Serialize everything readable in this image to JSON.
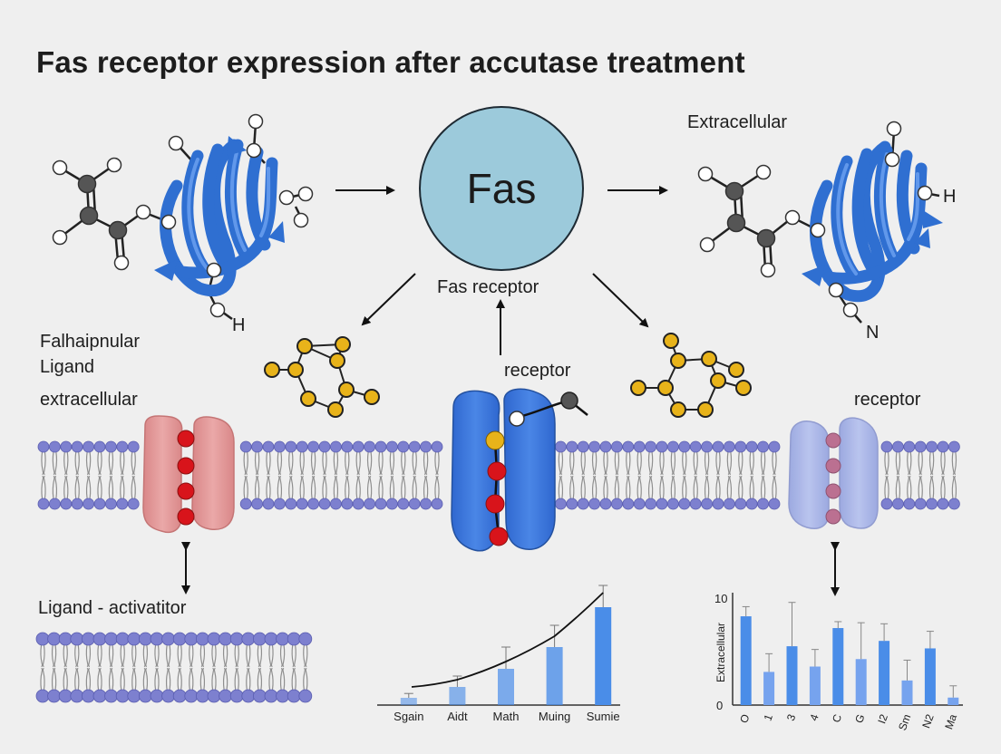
{
  "title": "Fas receptor expression after accutase treatment",
  "center_node": "Fas",
  "labels": {
    "fas_receptor": "Fas receptor",
    "extracellular_top": "Extracellular",
    "h_left": "H",
    "h_right": "H",
    "n_right": "N",
    "left_ligand_line1": "Falhaipnular",
    "left_ligand_line2": "Ligand",
    "left_extracellular": "extracellular",
    "receptor_center": "receptor",
    "receptor_right": "receptor",
    "ligand_activator": "Ligand - activatitor"
  },
  "colors": {
    "ribbon": "#3a78d8",
    "fas_circle": "#9ccadb",
    "lipid_head": "#7d80cf",
    "channel_pink": "#e69d9e",
    "channel_blue": "#3c78dc",
    "channel_lavender": "#a7b3e8",
    "ring_atom": "#e8b31a",
    "bar": "#4a8de8"
  },
  "chart_data": [
    {
      "type": "bar",
      "categories": [
        "Sgain",
        "Aidt",
        "Math",
        "Muing",
        "Sumie"
      ],
      "values": [
        1,
        2.5,
        5,
        8,
        13.5
      ],
      "errors": [
        0.6,
        1.5,
        3,
        3,
        3
      ],
      "trend": [
        2.5,
        3.5,
        6,
        9.5,
        15.5
      ],
      "ylim": [
        0,
        16
      ]
    },
    {
      "type": "bar",
      "categories": [
        "O",
        "1",
        "3",
        "4",
        "C",
        "G",
        "I2",
        "Sm",
        "N2",
        "Ma"
      ],
      "values": [
        8.3,
        3.1,
        5.5,
        3.6,
        7.2,
        4.3,
        6.0,
        2.3,
        5.3,
        0.7
      ],
      "errors": [
        0.9,
        1.7,
        4.1,
        1.6,
        0.6,
        3.4,
        1.6,
        1.9,
        1.6,
        1.1
      ],
      "yticks": [
        "10",
        "0"
      ],
      "ylabel": "Extracellular",
      "ylim": [
        0,
        10
      ]
    }
  ]
}
